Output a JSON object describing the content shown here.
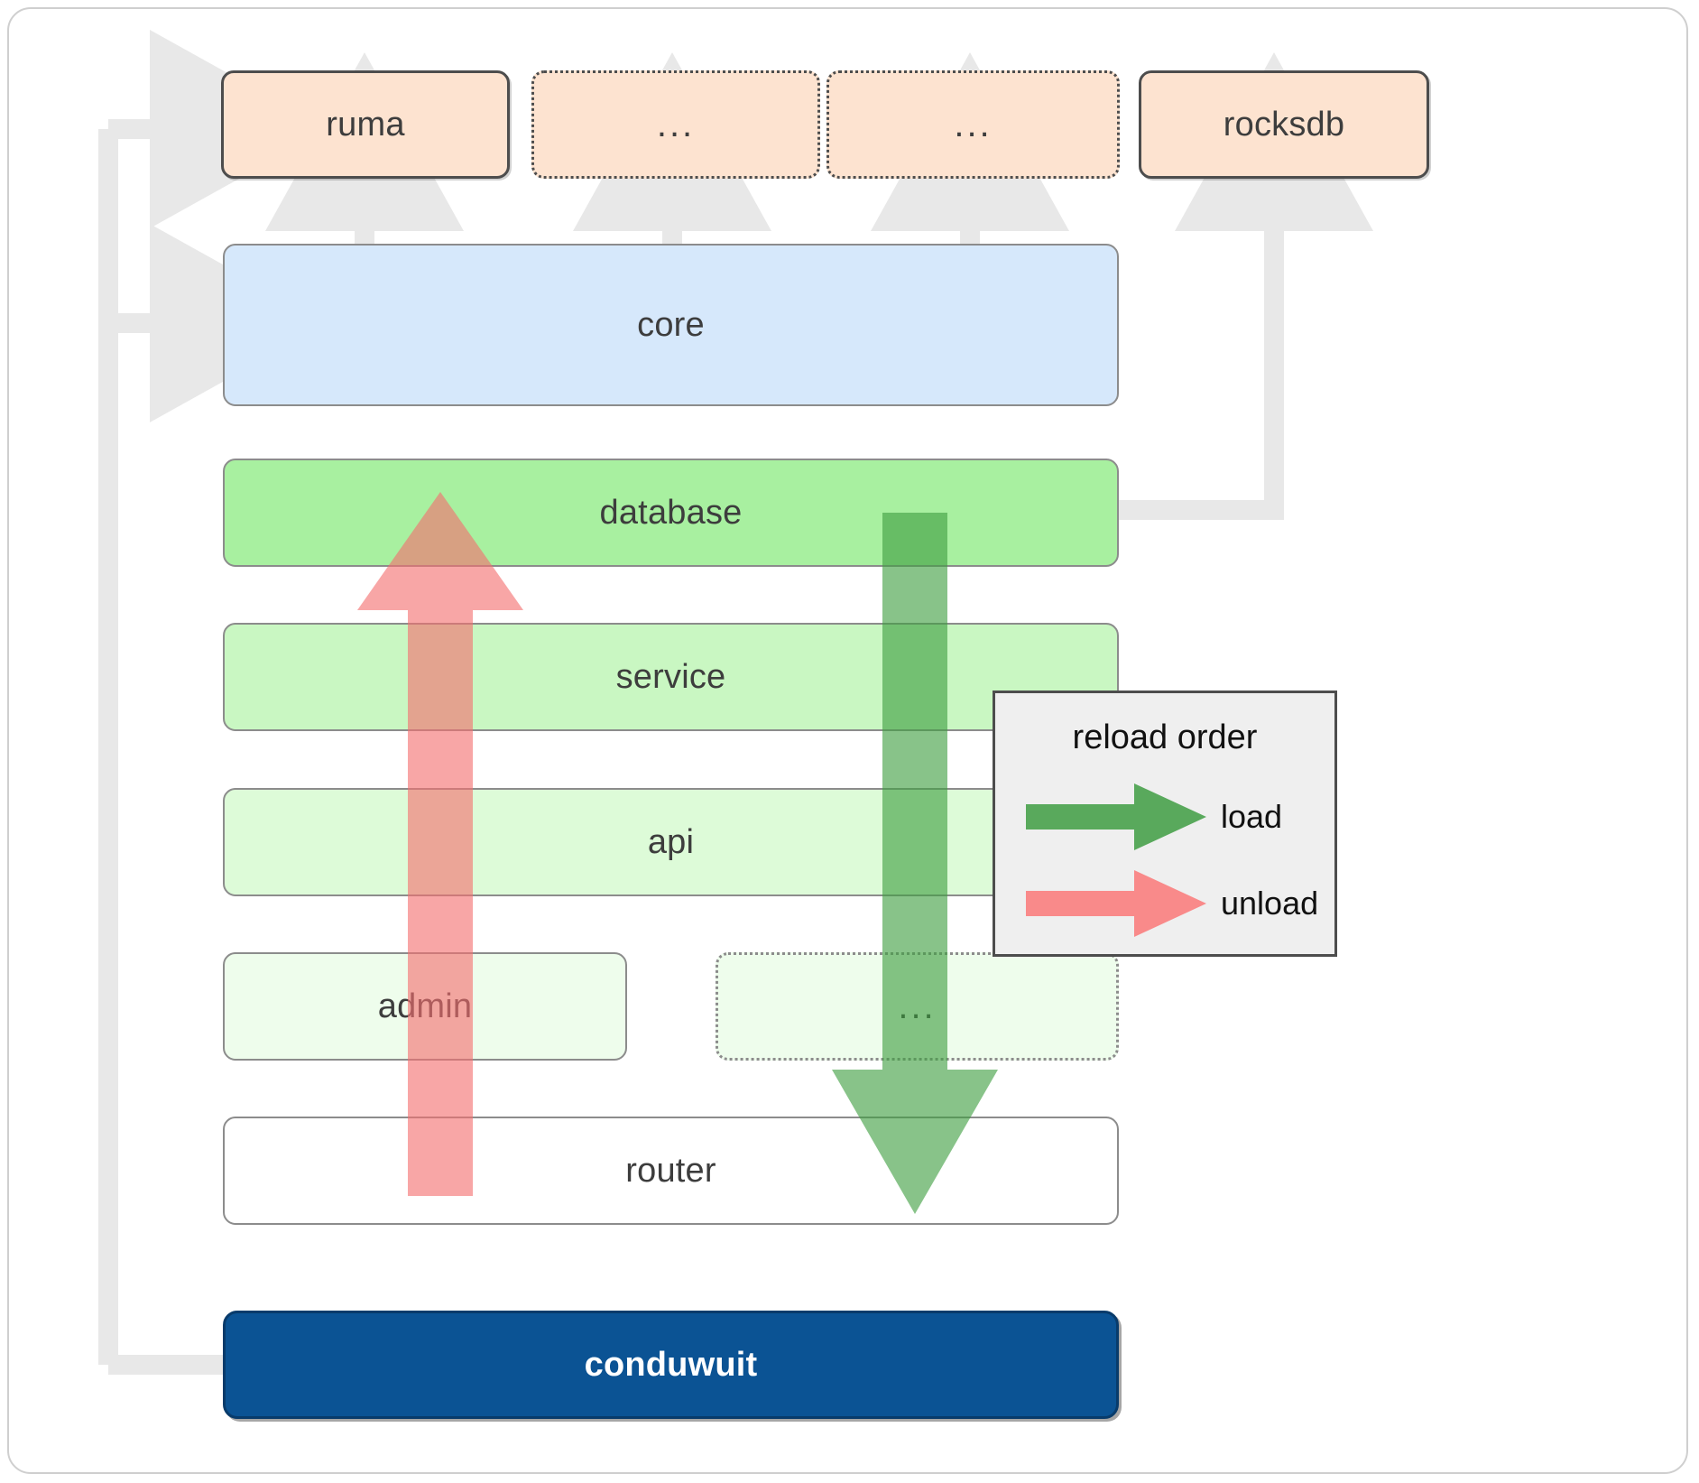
{
  "diagram": {
    "title": "conduwuit crate dependency and reload order diagram",
    "colors": {
      "external_fill": "#fde3d0",
      "core_fill": "#d6e8fb",
      "database_fill": "#a8f0a0",
      "service_fill": "#c9f7c2",
      "api_fill": "#ddfbd8",
      "admin_fill": "#eefdec",
      "router_fill": "#ffffff",
      "brand_fill": "#0b5394",
      "load_arrow": "#4caf50",
      "unload_arrow": "#f47272",
      "connector": "#e8e8e8",
      "frame_border": "#cfcfcf"
    },
    "external_nodes": [
      {
        "id": "ruma",
        "label": "ruma",
        "border": "solid"
      },
      {
        "id": "ext-ellipsis-1",
        "label": "...",
        "border": "dotted"
      },
      {
        "id": "ext-ellipsis-2",
        "label": "...",
        "border": "dotted"
      },
      {
        "id": "rocksdb",
        "label": "rocksdb",
        "border": "solid"
      }
    ],
    "layers": [
      {
        "id": "core",
        "label": "core"
      },
      {
        "id": "database",
        "label": "database"
      },
      {
        "id": "service",
        "label": "service"
      },
      {
        "id": "api",
        "label": "api"
      },
      {
        "id": "admin",
        "label": "admin"
      },
      {
        "id": "layer-ellipsis",
        "label": "...",
        "border": "dotted"
      },
      {
        "id": "router",
        "label": "router"
      }
    ],
    "brand": {
      "id": "conduwuit",
      "label": "conduwuit"
    },
    "legend": {
      "title": "reload order",
      "items": [
        {
          "id": "load",
          "label": "load",
          "color": "#4caf50",
          "direction": "down"
        },
        {
          "id": "unload",
          "label": "unload",
          "color": "#f47272",
          "direction": "up"
        }
      ]
    }
  }
}
